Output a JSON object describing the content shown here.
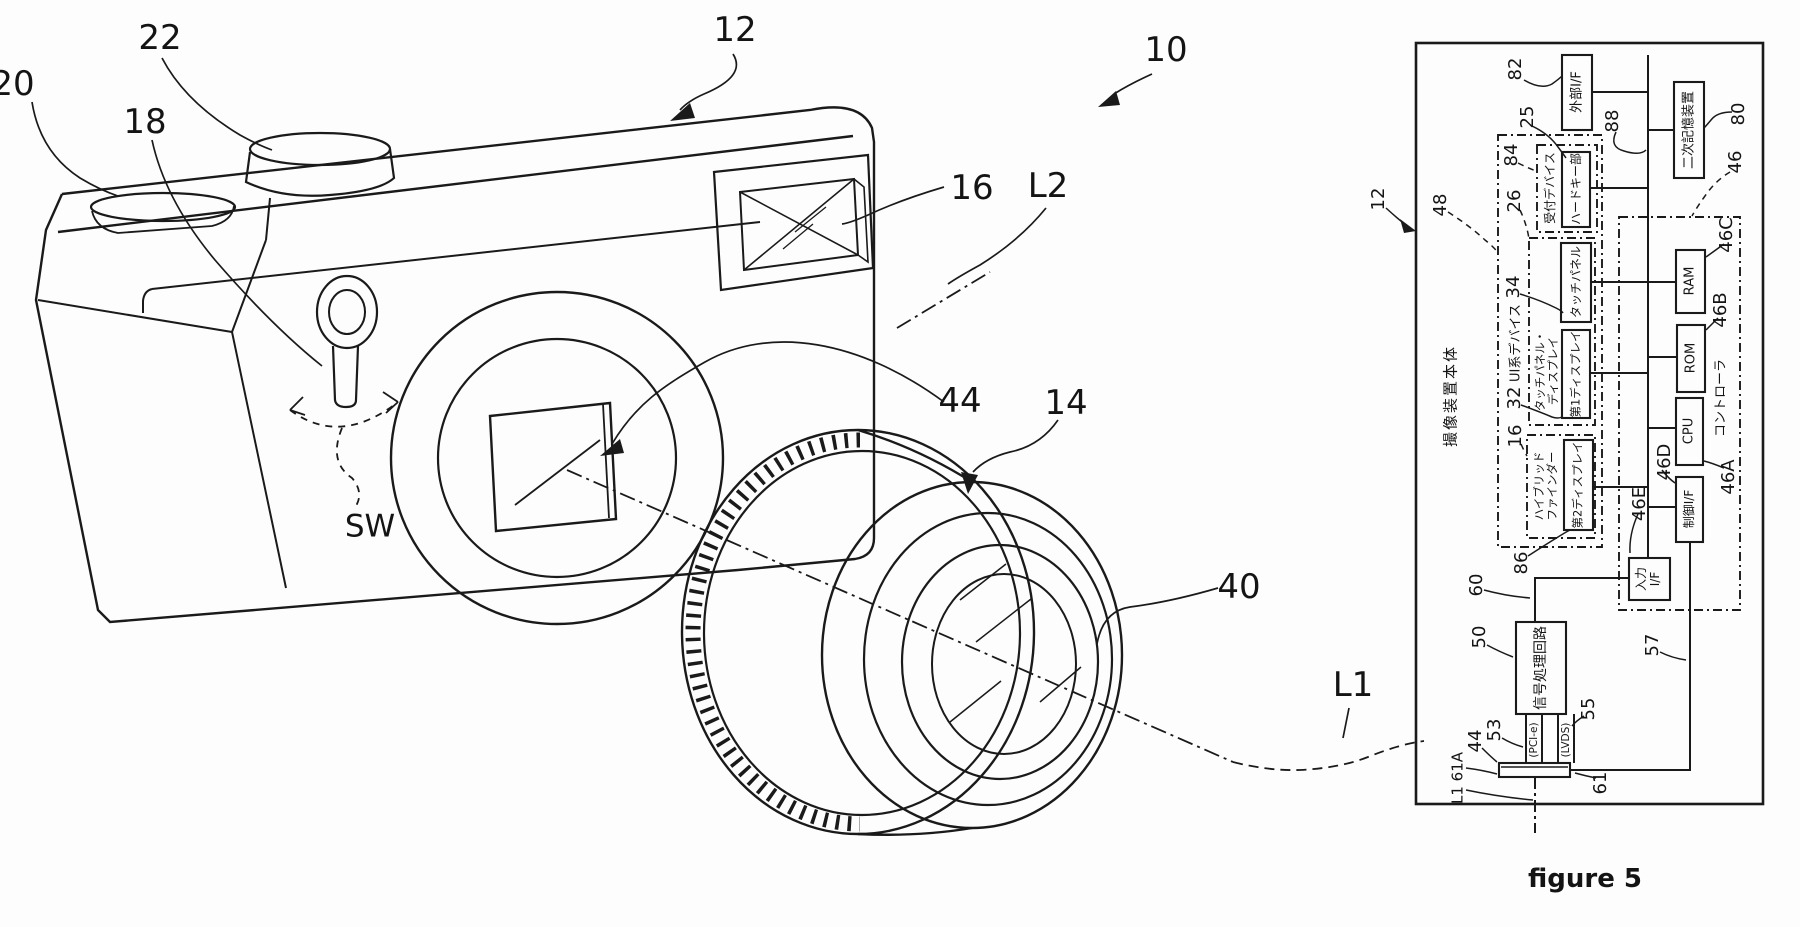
{
  "caption": "figure 5",
  "camera": {
    "labels": {
      "k20": "20",
      "k22": "22",
      "k18": "18",
      "k12": "12",
      "k10": "10",
      "k16": "16",
      "kL2": "L2",
      "k44": "44",
      "k14": "14",
      "kSW": "SW",
      "k40": "40",
      "kL1": "L1"
    }
  },
  "diagram": {
    "boxes": {
      "body": "撮像装置本体",
      "ui_group": "UI系デバイス",
      "reception": "受付デバイス",
      "hardkey": "ハードキー部",
      "touch_panel": "タッチパネル",
      "tpd1": "タッチパネル・",
      "tpd2": "ディスプレイ",
      "display1": "第1ディスプレイ",
      "hybrid1": "ハイブリッド",
      "hybrid2": "ファインダー",
      "display2": "第2ディスプレイ",
      "controller": "コントローラ",
      "ram": "RAM",
      "rom": "ROM",
      "cpu": "CPU",
      "control_if": "制御I/F",
      "input1": "入力",
      "input2": "I/F",
      "external_if": "外部I/F",
      "secondary_storage": "二次記憶装置",
      "signal_processing": "信号処理回路",
      "pcie": "(PCI-e)",
      "lvds": "(LVDS)"
    },
    "refs": {
      "r82": "82",
      "r88": "88",
      "r80": "80",
      "r46": "46",
      "r25": "25",
      "r84": "84",
      "r26": "26",
      "r34": "34",
      "r32": "32",
      "r16": "16",
      "r86": "86",
      "r48": "48",
      "r12": "12",
      "r46C": "46C",
      "r46B": "46B",
      "r46A": "46A",
      "r46D": "46D",
      "r46E": "46E",
      "r50": "50",
      "r60": "60",
      "r53": "53",
      "r55": "55",
      "r57": "57",
      "r61": "61",
      "r44": "44",
      "rL1_61A": "L1 61A"
    }
  }
}
